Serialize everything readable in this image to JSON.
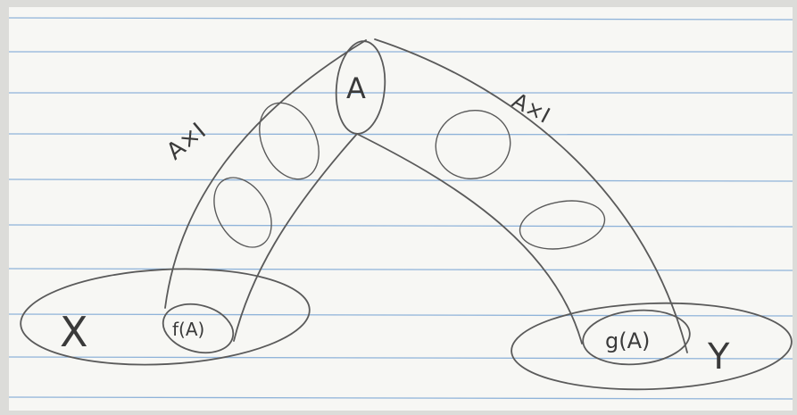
{
  "diagram": {
    "labels": {
      "space_x": "X",
      "space_y": "Y",
      "f_image": "f(A)",
      "g_image": "g(A)",
      "apex": "A",
      "left_cylinder": "A×I",
      "right_cylinder": "A×I"
    },
    "colors": {
      "paper": "#f7f7f4",
      "rule_line": "#8fb3d9",
      "margin_line": "#e7a3a8",
      "pencil": "#5a5a5a"
    }
  }
}
